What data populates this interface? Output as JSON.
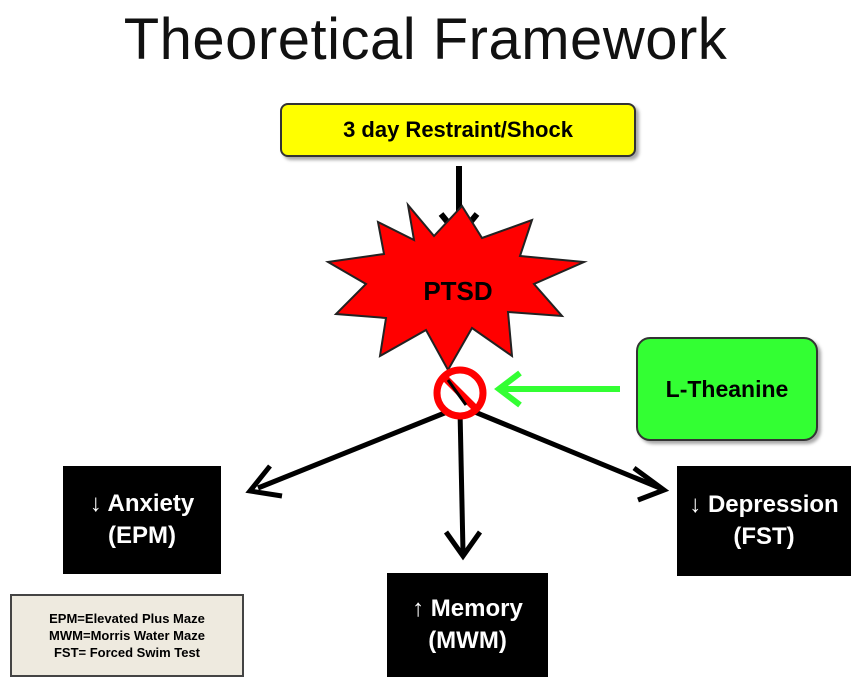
{
  "title": "Theoretical Framework",
  "stressor": "3 day Restraint/Shock",
  "condition": "PTSD",
  "treatment": "L-Theanine",
  "outcomes": [
    {
      "line1": "↓ Anxiety",
      "line2": "(EPM)"
    },
    {
      "line1": "↑ Memory",
      "line2": "(MWM)"
    },
    {
      "line1": "↓ Depression",
      "line2": "(FST)"
    }
  ],
  "legend": [
    "EPM=Elevated Plus Maze",
    "MWM=Morris Water Maze",
    "FST= Forced Swim Test"
  ],
  "colors": {
    "stressor_fill": "#ffff00",
    "burst_fill": "#ff0000",
    "treatment_fill": "#33ff33",
    "treatment_arrow": "#33ff33",
    "block_symbol": "#ff0000",
    "outcome_fill": "#000000",
    "legend_fill": "#eeeadf"
  },
  "icons": {
    "block": "prohibition-icon",
    "condition": "explosion-burst"
  }
}
